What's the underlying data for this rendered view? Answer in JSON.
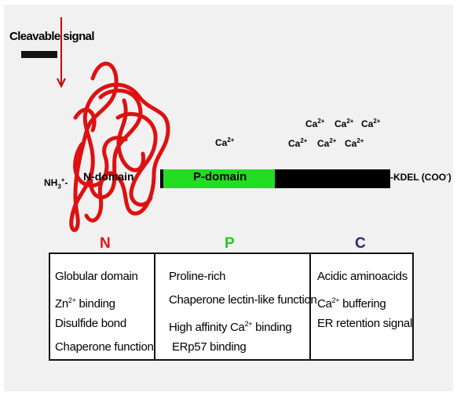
{
  "diagram": {
    "cleavable_signal": "Cleavable signal",
    "n_terminus": {
      "base": "NH",
      "sub": "3",
      "sup": "+",
      "suffix": "-"
    },
    "n_domain": "N-domain",
    "p_domain": "P-domain",
    "c_terminus": {
      "prefix": "-KDEL (COO",
      "sup": "-",
      "suffix": ")"
    },
    "ion": {
      "base": "Ca",
      "sup": "2+"
    },
    "colors": {
      "n_domain_coil": "#dd1111",
      "p_domain_bar": "#22dd22",
      "c_domain_bar": "#000000",
      "cleavage_arrow": "#cc0000",
      "header_n": "#e01515",
      "header_p": "#22cc22",
      "header_c": "#2a2a6e",
      "panel_background": "#f1f1f1"
    }
  },
  "table": {
    "headers": [
      "N",
      "P",
      "C"
    ],
    "columns": [
      [
        {
          "pre": "Globular domain"
        },
        {
          "pre": "Zn",
          "sup": "2+",
          "post": " binding"
        },
        {
          "pre": "Disulfide bond"
        },
        {
          "pre": "Chaperone function"
        }
      ],
      [
        {
          "pre": "Proline-rich"
        },
        {
          "pre": "Chaperone lectin-like function"
        },
        {
          "pre": "High affinity Ca",
          "sup": "2+",
          "post": " binding"
        },
        {
          "pre": "ERp57 binding"
        }
      ],
      [
        {
          "pre": "Acidic aminoacids"
        },
        {
          "pre": "Ca",
          "sup": "2+",
          "post": " buffering"
        },
        {
          "pre": "ER retention signal"
        }
      ]
    ]
  }
}
